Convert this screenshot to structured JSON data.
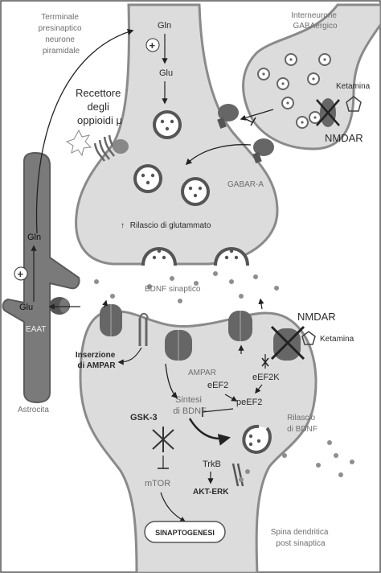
{
  "labels": {
    "presynaptic_terminal": [
      "Terrminale",
      "presinaptico",
      "neurone",
      "piramidale"
    ],
    "gabaergic_interneuron": [
      "Interneurone",
      "GABAergico"
    ],
    "ketamine_top": "Ketamina",
    "nmdar_top": "NMDAR",
    "gln_top": "Gln",
    "glu_top": "Glu",
    "opioid_receptor": [
      "Recettore",
      "degli",
      "oppioidi μ"
    ],
    "gabar_a": "GABAR-A",
    "glutamate_release": "Rilascio di glutammato",
    "up_arrow": "↑",
    "bdnf_synaptic": "BDNF sinaptico",
    "gln_astro": "Gln",
    "glu_astro": "Glu",
    "eaat": "EAAT",
    "astrocyte": "Astrocita",
    "nmdar_post": "NMDAR",
    "ketamine_post": "Ketamina",
    "ampar_insertion": [
      "Inserzione",
      "di AMPAR"
    ],
    "ampar": "AMPAR",
    "eef2k": "eEF2K",
    "eef2": "eEF2",
    "peef2": "peEF2",
    "bdnf_synthesis": [
      "Sintesi",
      "di BDNF"
    ],
    "gsk3": "GSK-3",
    "bdnf_release": [
      "Rilascio",
      "di BDNF"
    ],
    "trkb": "TrkB",
    "akt_erk": "AKT-ERK",
    "mtor": "mTOR",
    "synaptogenesis": "SINAPTOGENESI",
    "dendritic_spine": [
      "Spina dendritica",
      "post sinaptica"
    ],
    "plus": "+"
  },
  "colors": {
    "neuron_fill": "#dcdcdc",
    "neuron_outline": "#8a8a8a",
    "astrocyte_fill": "#7a7a7a",
    "receptor": "#5f5f5f",
    "dot": "#8e8e8e"
  }
}
